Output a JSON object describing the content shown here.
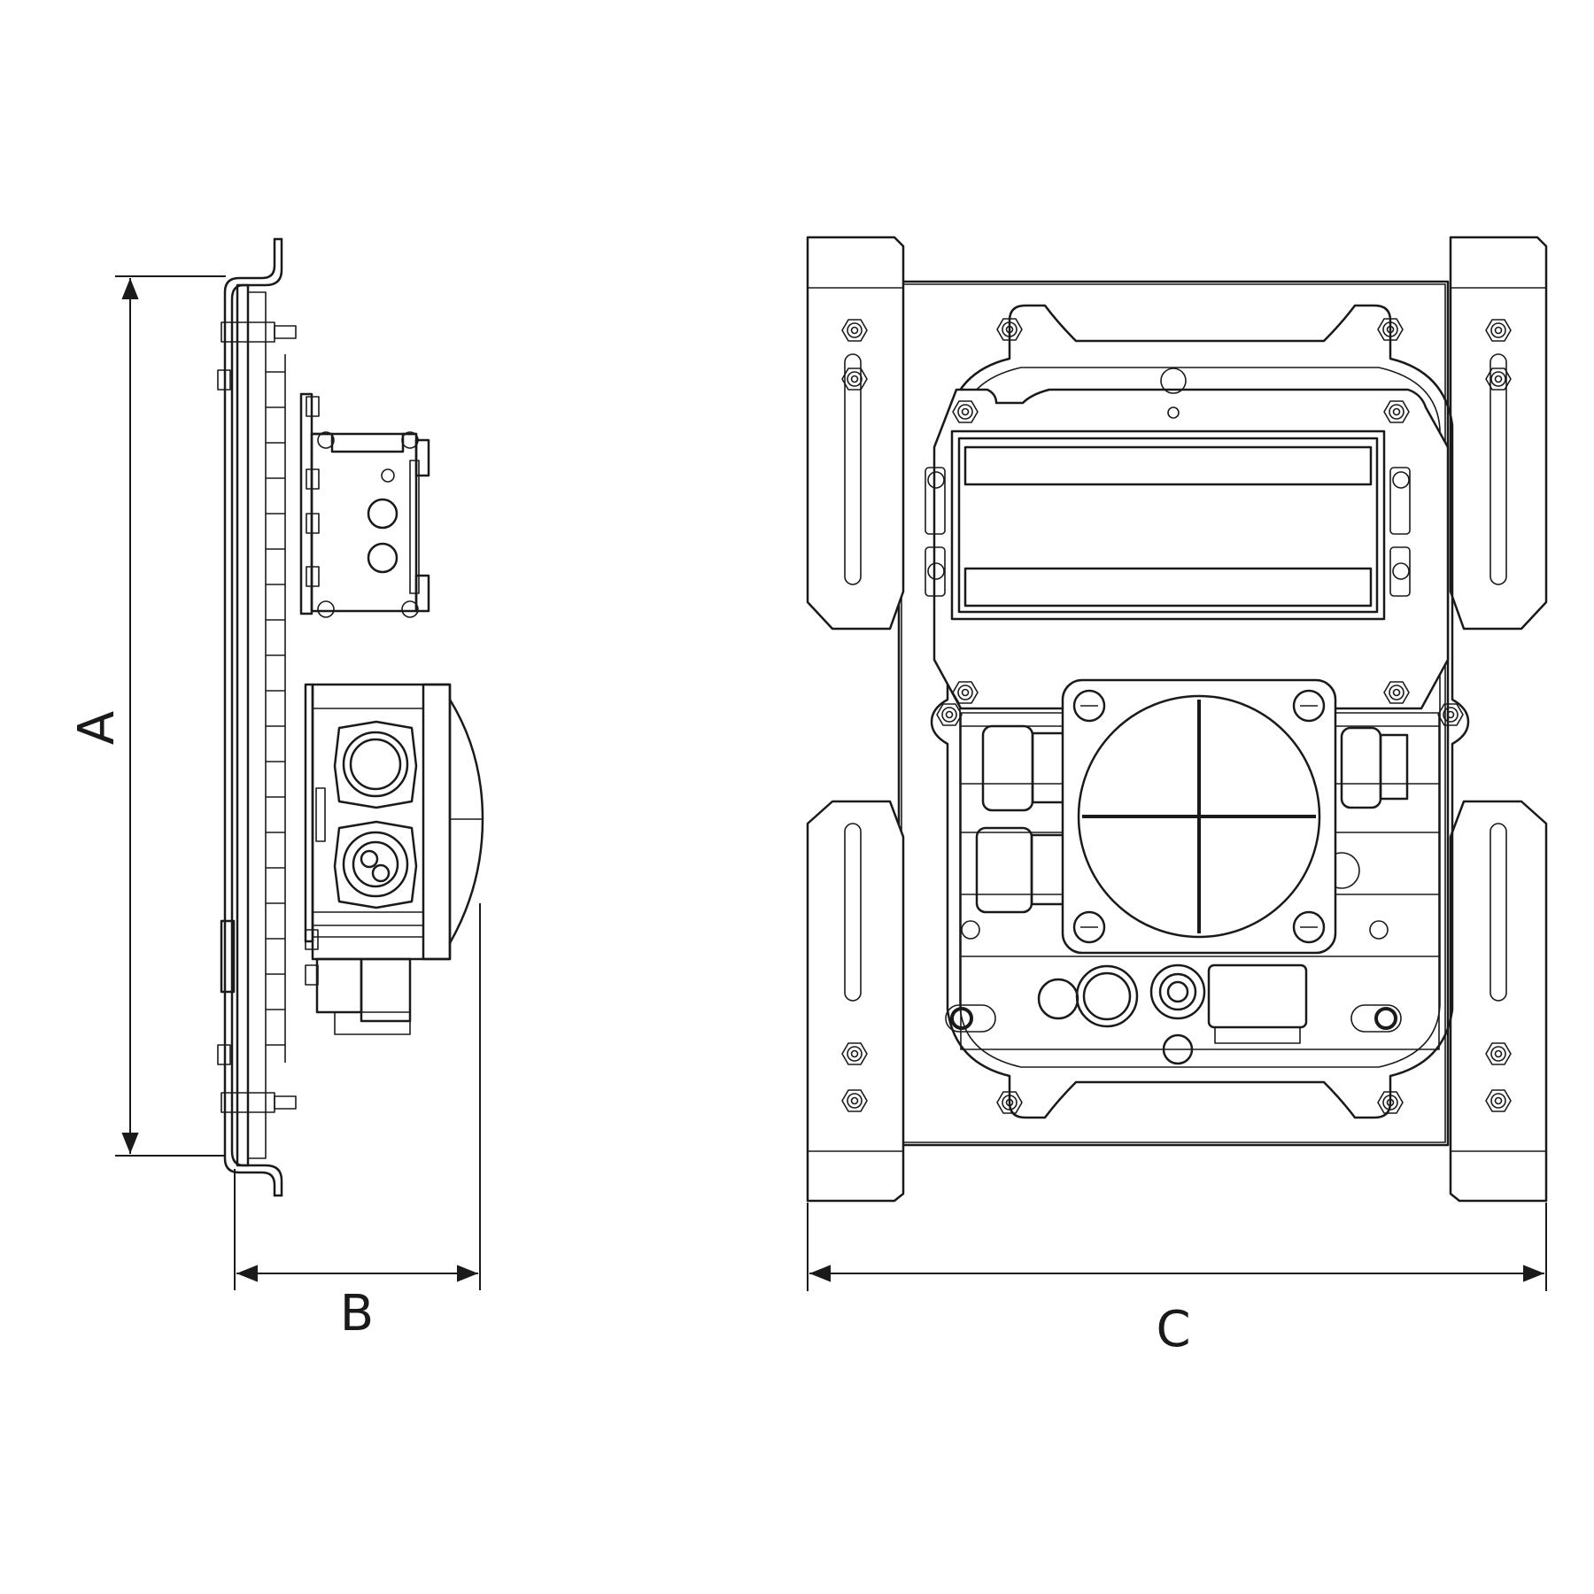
{
  "dimensions": {
    "height_label": "A",
    "depth_label": "B",
    "width_label": "C"
  },
  "colors": {
    "line": "#1a1a1a",
    "background": "#ffffff"
  }
}
